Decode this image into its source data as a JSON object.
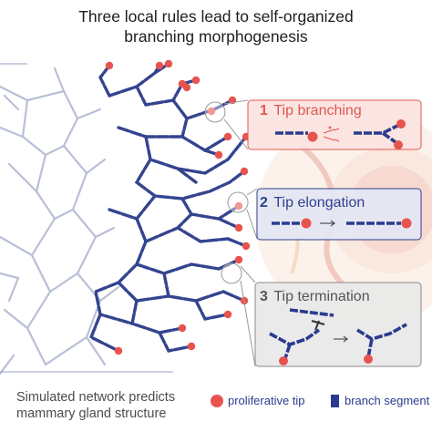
{
  "title_line1": "Three local rules lead to self-organized",
  "title_line2": "branching morphogenesis",
  "rules": [
    {
      "number": "1",
      "label": "Tip branching",
      "color": "#e0574f",
      "fill": "#fbe3e0"
    },
    {
      "number": "2",
      "label": "Tip elongation",
      "color": "#2e3f8f",
      "fill": "#e3e7f3"
    },
    {
      "number": "3",
      "label": "Tip termination",
      "color": "#555555",
      "fill": "#e9e9e9"
    }
  ],
  "footer_line1": "Simulated network predicts",
  "footer_line2": "mammary gland structure",
  "legend": {
    "tip_label": "proliferative tip",
    "segment_label": "branch segment",
    "tip_color": "#e8534f",
    "segment_color": "#2b3a8f"
  }
}
